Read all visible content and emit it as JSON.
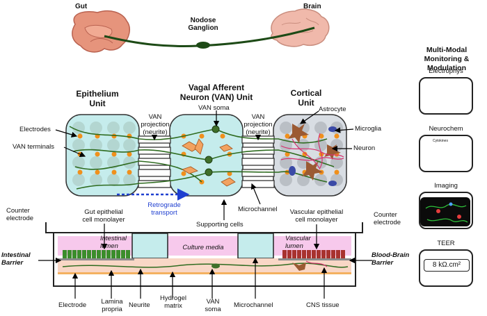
{
  "top": {
    "gut": "Gut",
    "brain": "Brain",
    "ganglion": "Nodose\nGanglion"
  },
  "units": {
    "epithelium": "Epithelium\nUnit",
    "van": "Vagal Afferent\nNeuron (VAN) Unit",
    "cortical": "Cortical\nUnit"
  },
  "labels": {
    "electrodes": "Electrodes",
    "van_terminals": "VAN terminals",
    "van_projection_1": "VAN\nprojection\n(neurite)",
    "van_projection_2": "VAN\nprojection\n(neurite)",
    "van_soma_top": "VAN soma",
    "astrocyte": "Astrocyte",
    "microglia": "Microglia",
    "neuron": "Neuron",
    "retrograde": "Retrograde\ntransport",
    "supporting_cells": "Supporting cells",
    "microchannel_top": "Microchannel",
    "counter_electrode_left": "Counter\nelectrode",
    "counter_electrode_right": "Counter\nelectrode",
    "gut_monolayer": "Gut epithelial\ncell monolayer",
    "vascular_monolayer": "Vascular epithelial\ncell monolayer",
    "intestinal_lumen": "Intestinal\nlumen",
    "culture_media": "Culture media",
    "vascular_lumen": "Vascular\nlumen",
    "intestinal_barrier": "Intestinal\nBarrier",
    "bbb": "Blood-Brain\nBarrier",
    "electrode": "Electrode",
    "lamina_propria": "Lamina\npropria",
    "neurite": "Neurite",
    "hydrogel": "Hydrogel\nmatrix",
    "van_soma_bottom": "VAN\nsoma",
    "microchannel_bottom": "Microchannel",
    "cns_tissue": "CNS tissue"
  },
  "side": {
    "title": "Multi-Modal\nMonitoring & Modulation",
    "panels": [
      "Electrophys",
      "Neurochem",
      "Imaging",
      "TEER"
    ],
    "cytokines": "Cytokines",
    "teer_value": "8 kΩ.cm²"
  },
  "colors": {
    "unit_fill": "#c5ecec",
    "cortical_fill": "#d8dde3",
    "gut": "#e6947c",
    "brain": "#f0b9ab",
    "neurite": "#2e6b1f",
    "dot": "#f0901c",
    "media": "#f7c9ec",
    "arrow_blue": "#1f3fd0"
  }
}
